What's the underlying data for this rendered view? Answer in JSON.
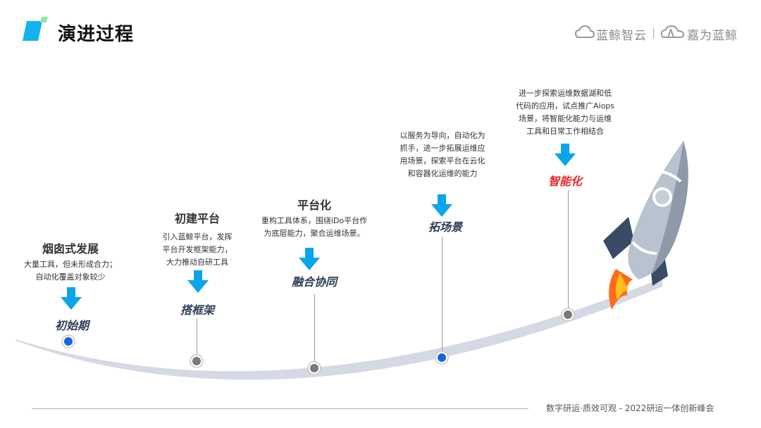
{
  "header": {
    "title": "演进过程",
    "brand_left": "蓝鲸智云",
    "brand_separator": "|",
    "brand_right": "嘉为蓝鲸"
  },
  "stages": [
    {
      "title": "烟囱式发展",
      "desc": [
        "大量工具，但未形成合力；",
        "自动化覆盖对象较少"
      ],
      "label": "初始期"
    },
    {
      "title": "初建平台",
      "desc": [
        "引入蓝鲸平台，发挥",
        "平台开发框架能力，",
        "大力推动自研工具"
      ],
      "label": "搭框架"
    },
    {
      "title": "平台化",
      "desc": [
        "重构工具体系，围绕iDo平台作",
        "为底层能力，聚合运维场景。"
      ],
      "label": "融合协同"
    },
    {
      "title": "",
      "desc": [
        "以服务为导向，自动化为",
        "抓手，进一步拓展运维应",
        "用场景，探索平台在云化",
        "和容器化运维的能力"
      ],
      "label": "拓场景"
    },
    {
      "title": "",
      "desc": [
        "进一步探索运维数据湖和低",
        "代码的应用，试点推广Aiops",
        "场景，将智能化能力与运维",
        "工具和日常工作相结合"
      ],
      "label": "智能化"
    }
  ],
  "footer": {
    "text": "数字研运·质效可观  -  2022研运一体创新峰会"
  },
  "colors": {
    "accent_blue": "#0aa5e8",
    "dot_blue": "#1565e0",
    "dot_gray": "#7a7a7a",
    "label_navy": "#2f3f57",
    "label_red": "#e8262d",
    "curve": "#d4d9e4"
  }
}
